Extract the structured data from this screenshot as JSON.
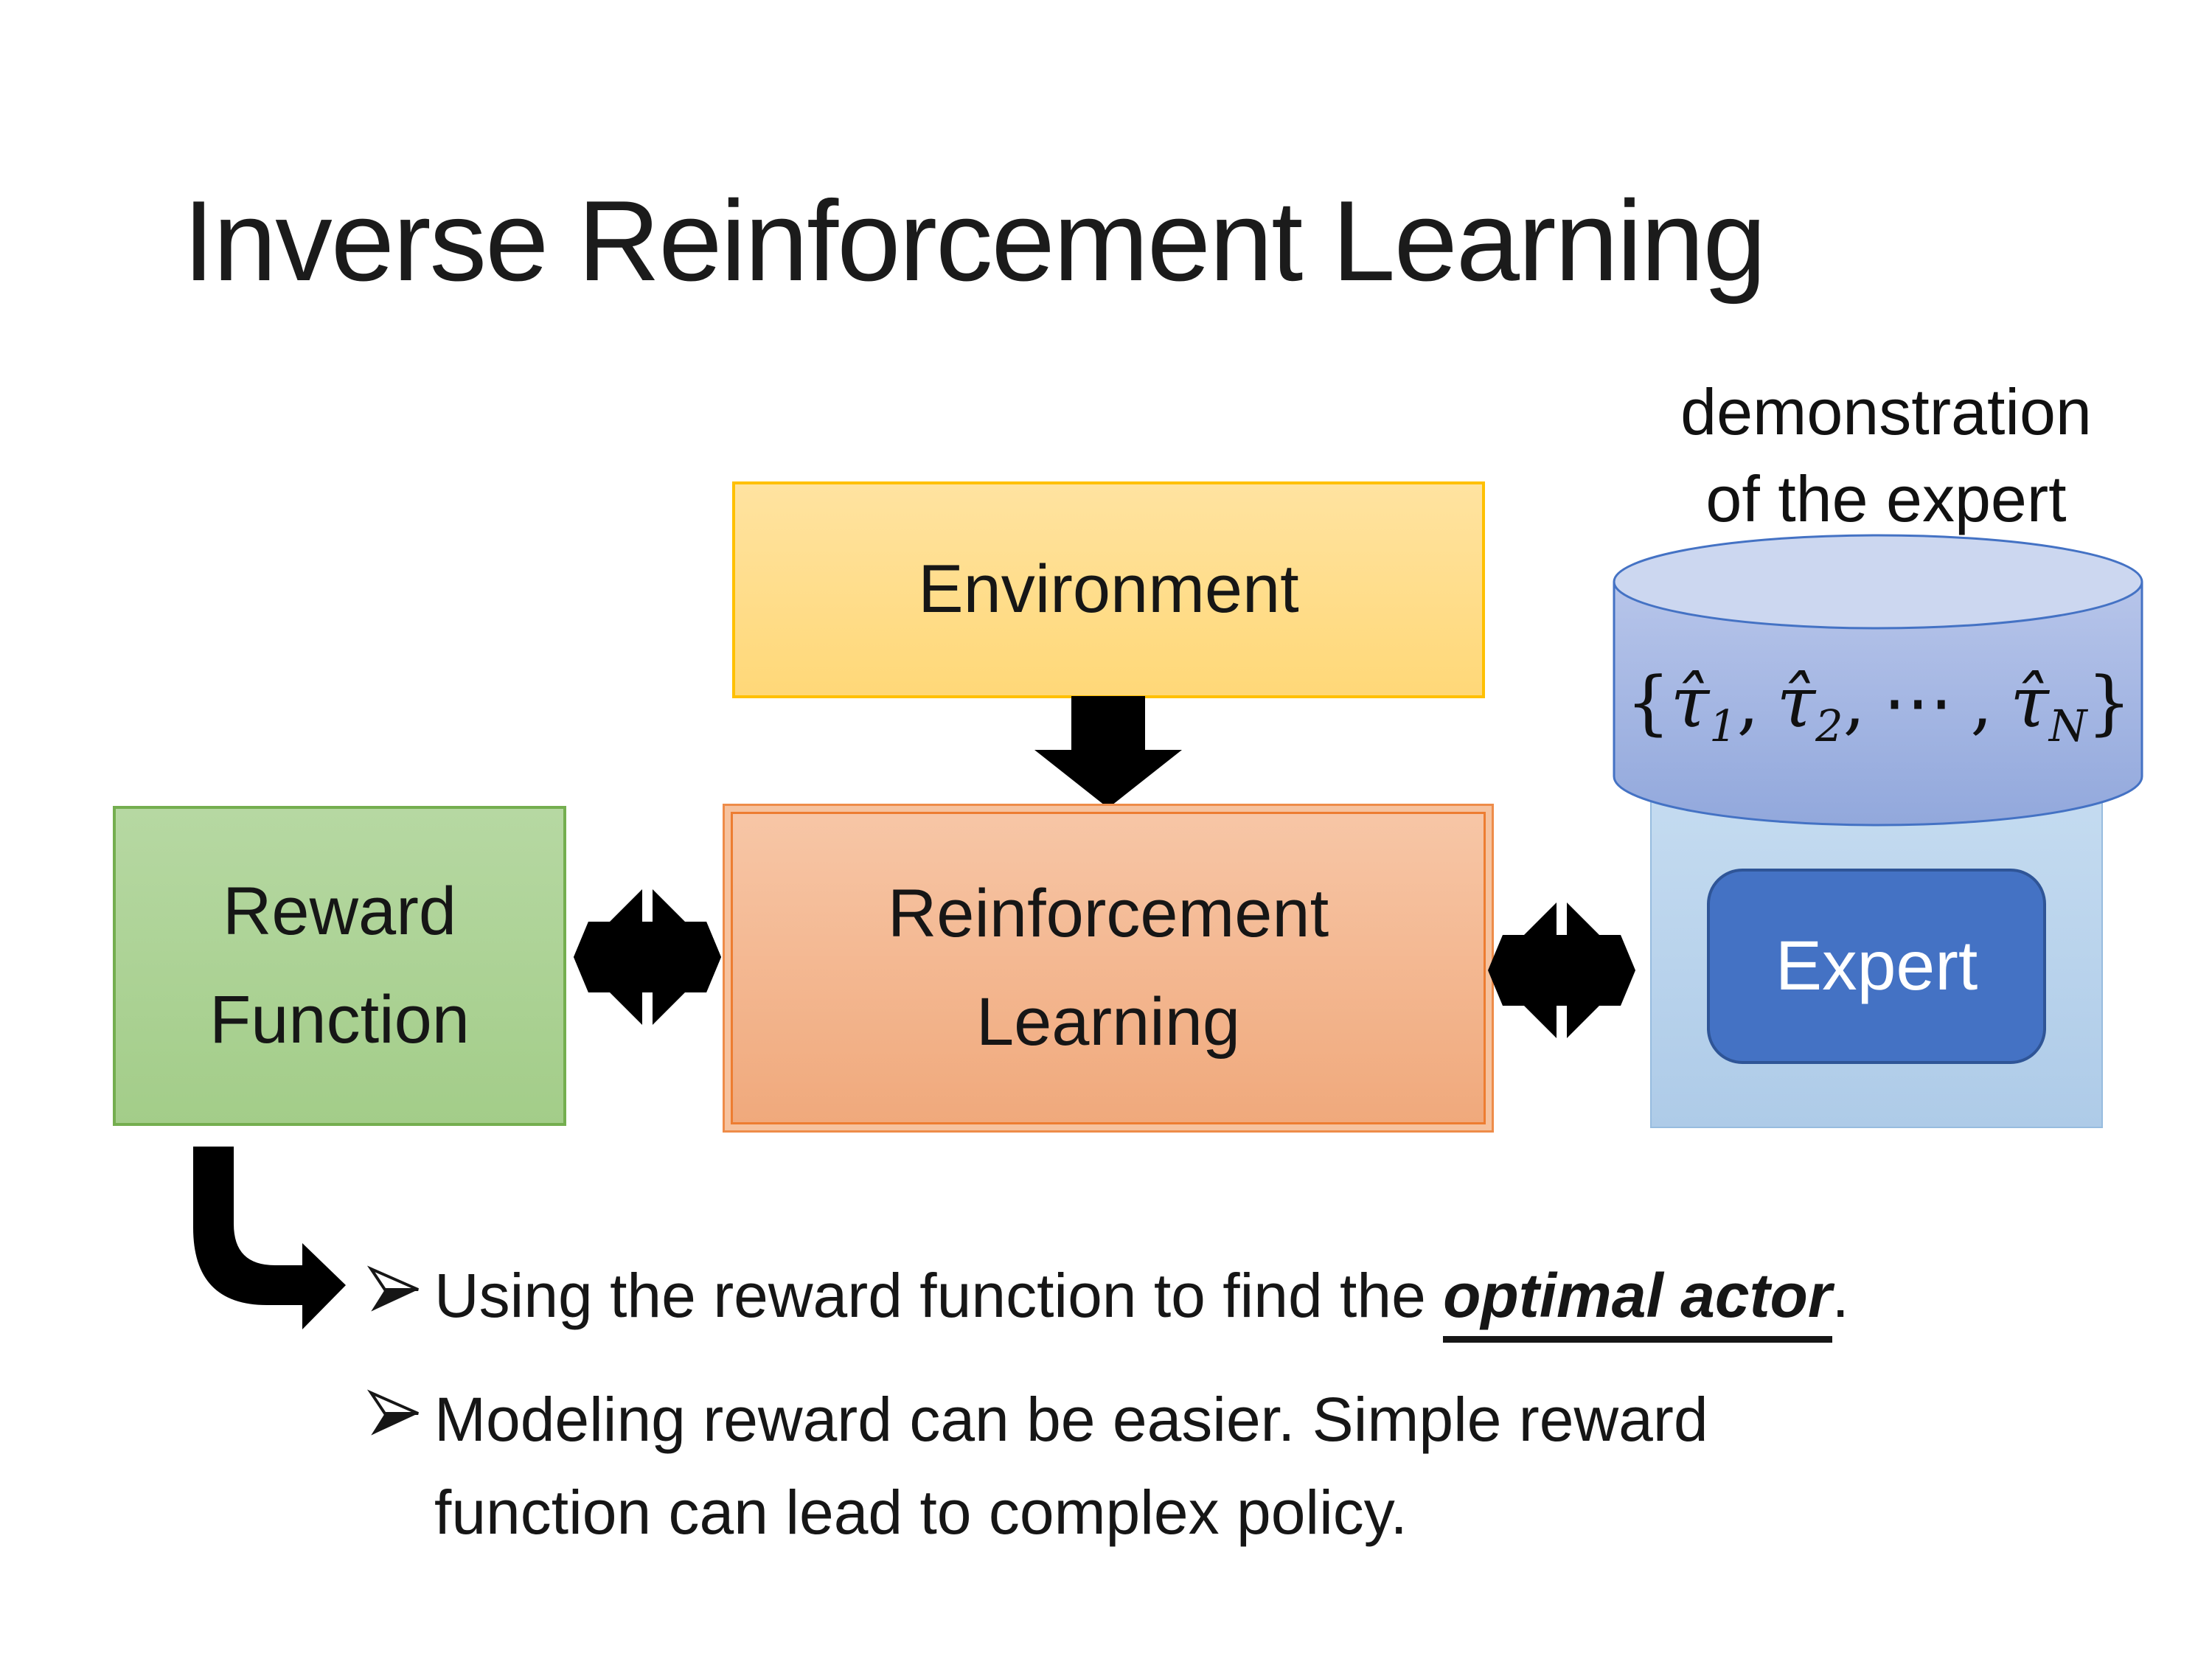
{
  "slide": {
    "title": "Inverse Reinforcement Learning"
  },
  "diagram": {
    "environment": {
      "label": "Environment"
    },
    "reward_function": {
      "line1": "Reward",
      "line2": "Function"
    },
    "reinforcement_learning": {
      "line1": "Reinforcement",
      "line2": "Learning"
    },
    "expert": {
      "label": "Expert"
    },
    "demonstration": {
      "caption_line1": "demonstration",
      "caption_line2": "of the expert",
      "formula": {
        "open": "{",
        "tau1": "τ̂",
        "sub1": "1",
        "comma1": ",",
        "tau2": "τ̂",
        "sub2": "2",
        "comma2": ",",
        "dots": "⋯",
        "comma3": ",",
        "tauN": "τ̂",
        "subN": "N",
        "close": "}"
      }
    }
  },
  "bullets": {
    "item1": {
      "prefix": "Using the reward function to find the ",
      "emphasis": "optimal actor",
      "suffix": "."
    },
    "item2": {
      "text": "Modeling reward can be easier. Simple reward function can lead to complex policy."
    }
  },
  "colors": {
    "environment_border": "#FFC000",
    "reward_border": "#70AD47",
    "rl_border": "#ED7D31",
    "expert_fill": "#4472C4",
    "expert_border": "#2F5597",
    "cylinder_fill": "#A9BCE4",
    "container_fill": "#BDD7EE",
    "arrow_black": "#000000"
  }
}
